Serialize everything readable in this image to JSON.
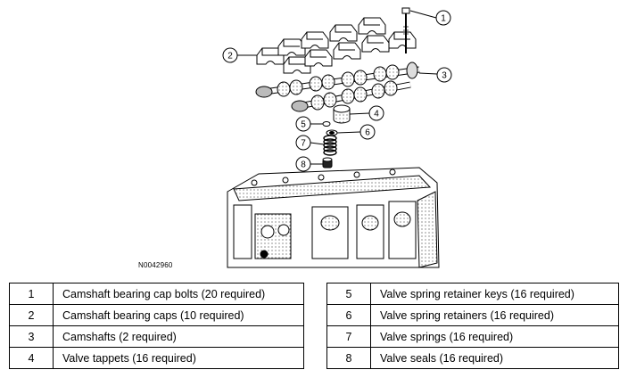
{
  "figure_id": "N0042960",
  "callouts": [
    {
      "num": "1",
      "label": "Camshaft bearing cap bolts (20 required)"
    },
    {
      "num": "2",
      "label": "Camshaft bearing caps (10 required)"
    },
    {
      "num": "3",
      "label": "Camshafts (2 required)"
    },
    {
      "num": "4",
      "label": "Valve tappets (16 required)"
    },
    {
      "num": "5",
      "label": "Valve spring retainer keys (16 required)"
    },
    {
      "num": "6",
      "label": "Valve spring retainers (16 required)"
    },
    {
      "num": "7",
      "label": "Valve springs (16 required)"
    },
    {
      "num": "8",
      "label": "Valve seals (16 required)"
    }
  ]
}
